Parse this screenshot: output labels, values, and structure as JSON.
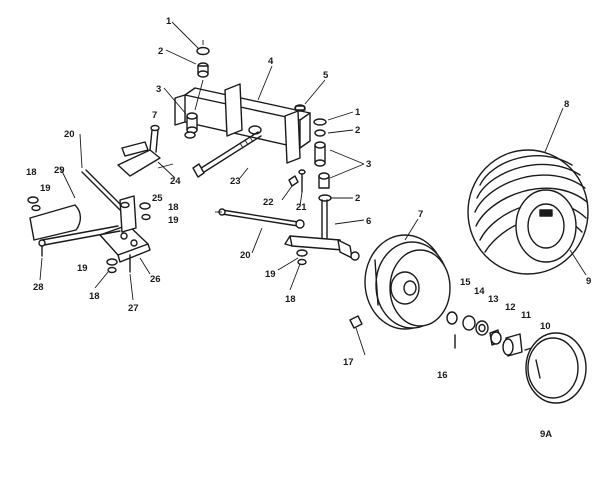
{
  "diagram": {
    "callouts": [
      "1",
      "2",
      "3",
      "4",
      "5",
      "1",
      "2",
      "3",
      "2",
      "6",
      "7",
      "8",
      "9",
      "9A",
      "10",
      "11",
      "12",
      "13",
      "14",
      "15",
      "16",
      "17",
      "18",
      "19",
      "20",
      "21",
      "22",
      "23",
      "24",
      "25",
      "18",
      "19",
      "26",
      "27",
      "18",
      "19",
      "28",
      "29",
      "20",
      "18",
      "19",
      "7"
    ]
  },
  "colors": {
    "ink": "#1a1a1a",
    "paper": "#ffffff"
  }
}
